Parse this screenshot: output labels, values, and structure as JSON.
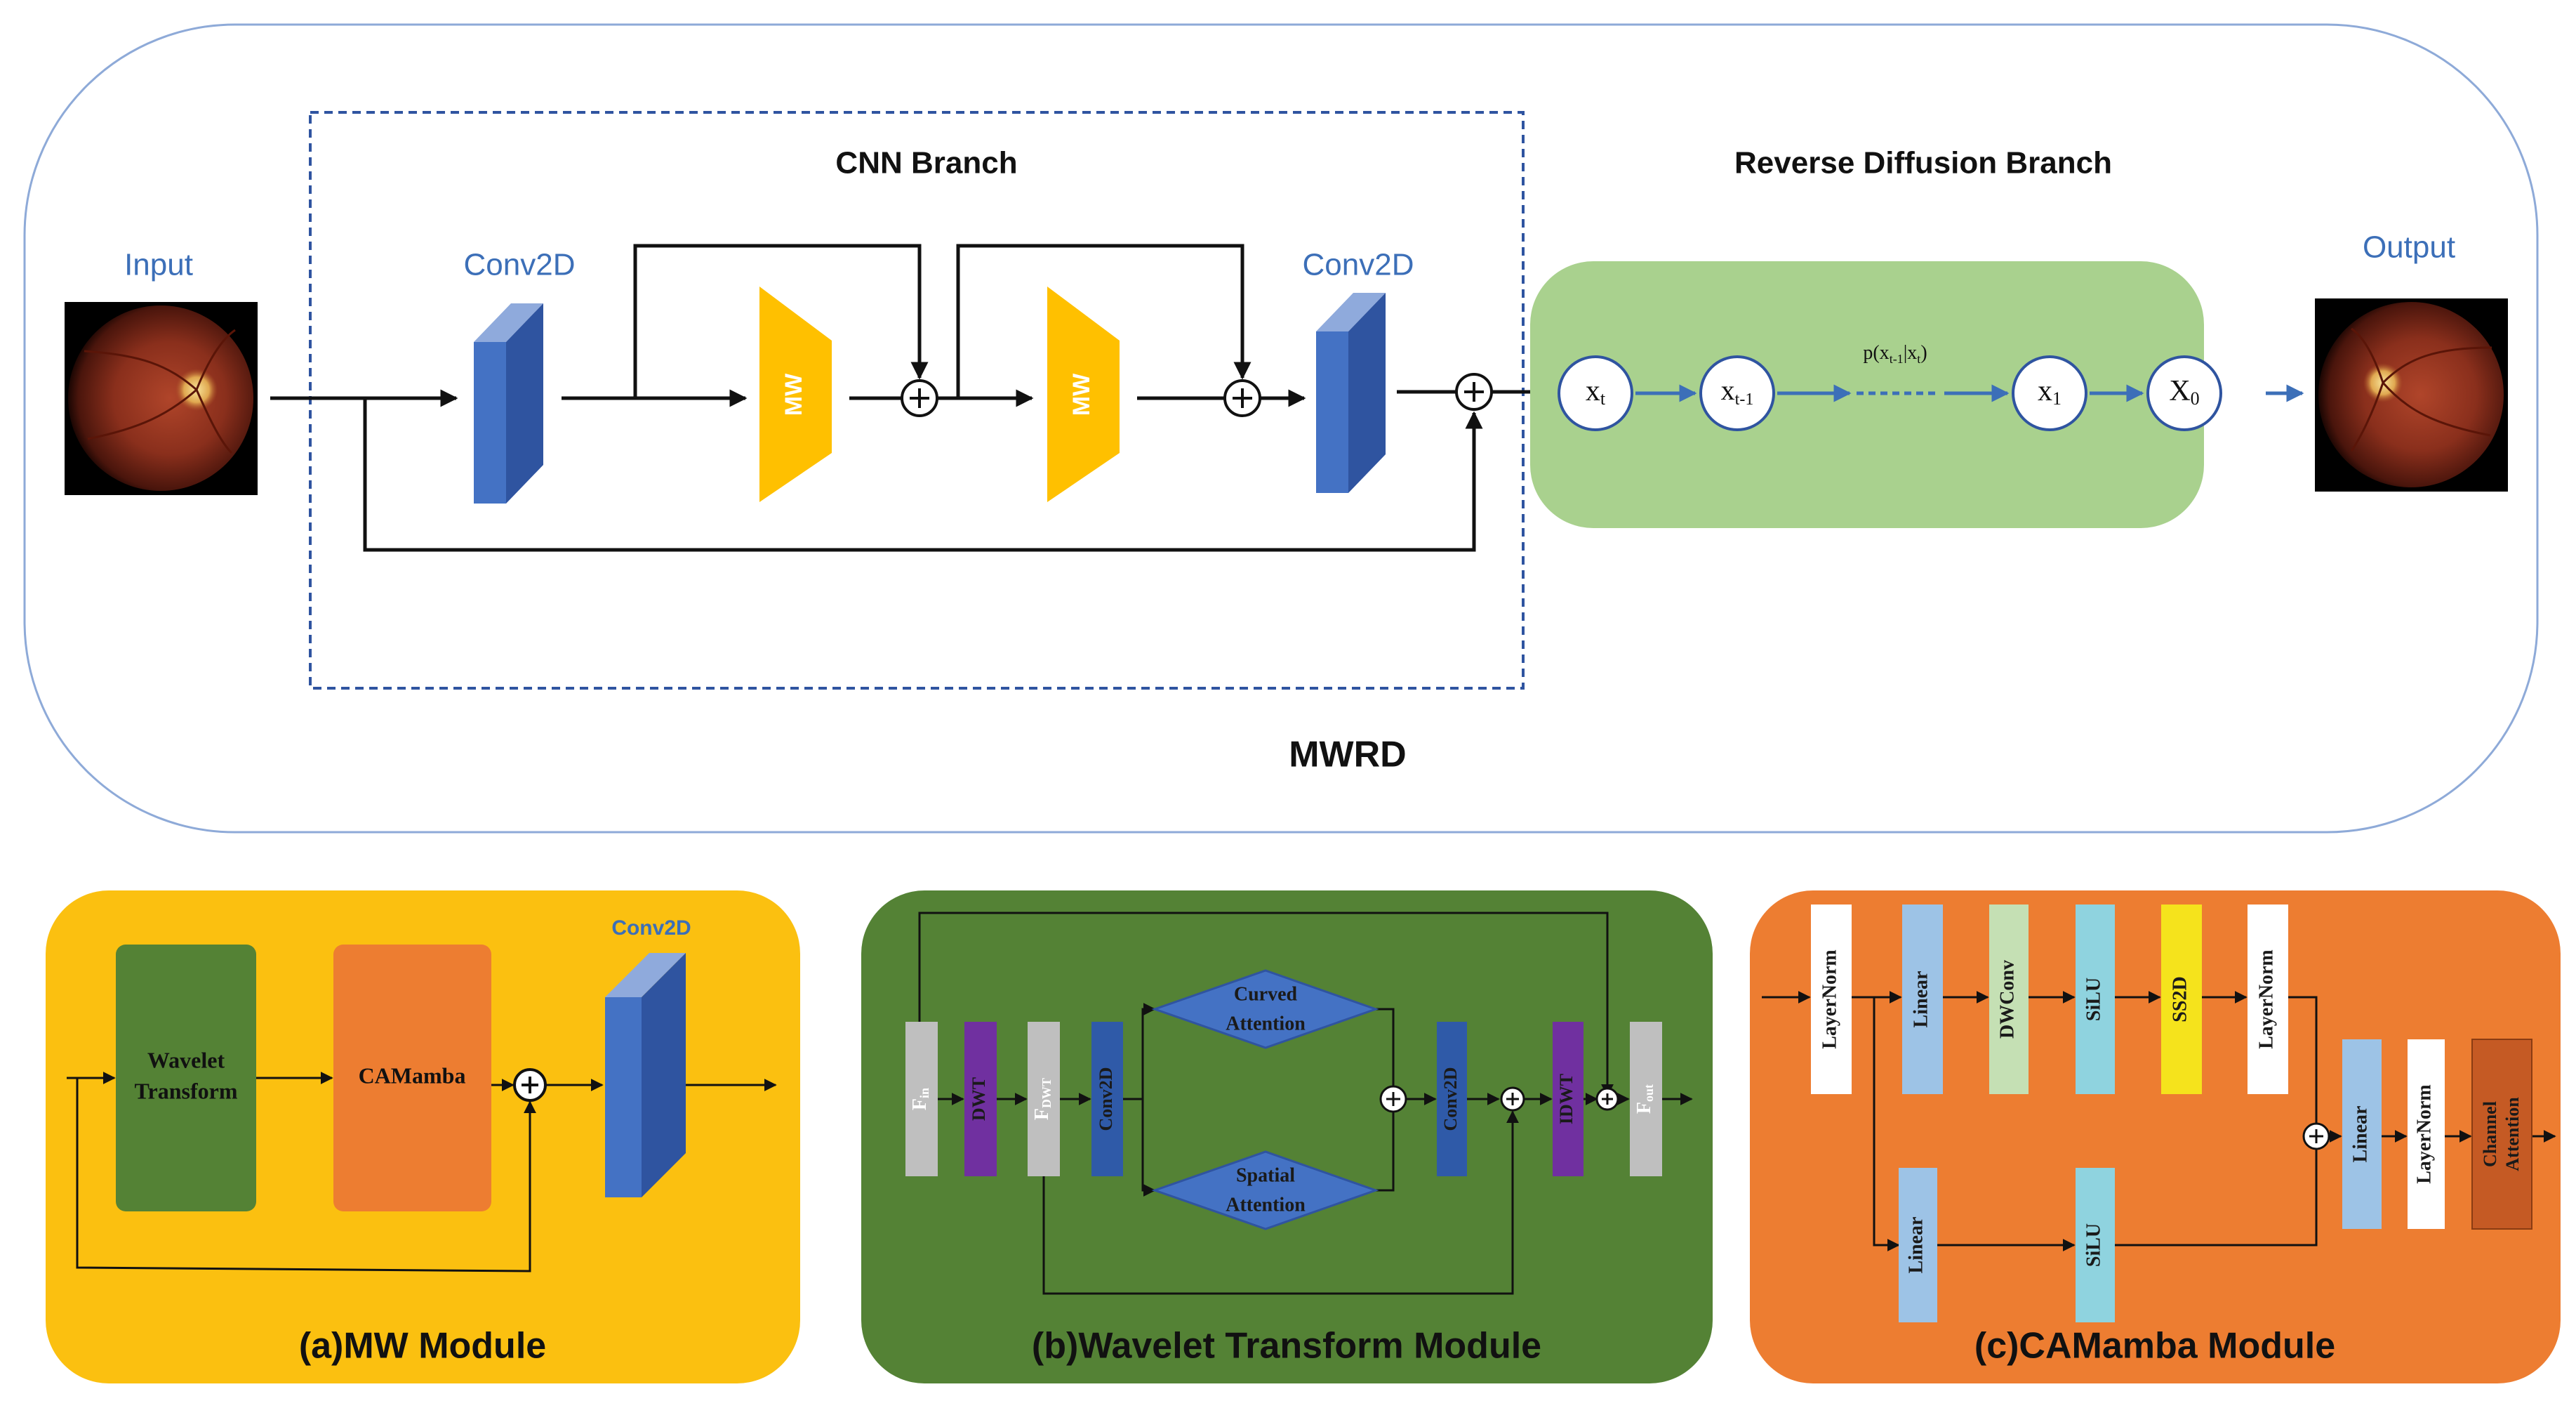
{
  "main": {
    "title": "MWRD",
    "input_label": "Input",
    "output_label": "Output",
    "cnn_branch_title": "CNN Branch",
    "diffusion_branch_title": "Reverse Diffusion Branch",
    "conv_left_label": "Conv2D",
    "conv_right_label": "Conv2D",
    "mw_label": "MW",
    "diffusion": {
      "xt": "x",
      "xt_sub": "t",
      "xt1": "x",
      "xt1_sub": "t-1",
      "x1": "x",
      "x1_sub": "1",
      "x0": "X",
      "x0_sub": "0",
      "prob_a": "p(x",
      "prob_a_sub": "t-1",
      "prob_b": "|x",
      "prob_b_sub": "t",
      "prob_c": ")"
    }
  },
  "panel_a": {
    "caption": "(a)MW Module",
    "wavelet_line1": "Wavelet",
    "wavelet_line2": "Transform",
    "camamba": "CAMamba",
    "conv_label": "Conv2D"
  },
  "panel_b": {
    "caption": "(b)Wavelet Transform Module",
    "fin": "F",
    "fin_sub": "in",
    "dwt": "DWT",
    "fdwt": "F",
    "fdwt_sub": "DWT",
    "conv2d_a": "Conv2D",
    "curved_line1": "Curved",
    "curved_line2": "Attention",
    "spatial_line1": "Spatial",
    "spatial_line2": "Attention",
    "conv2d_b": "Conv2D",
    "idwt": "IDWT",
    "fout": "F",
    "fout_sub": "out"
  },
  "panel_c": {
    "caption": "(c)CAMamba Module",
    "layernorm_1": "LayerNorm",
    "linear_1": "Linear",
    "dwconv": "DWConv",
    "silu_1": "SiLU",
    "ss2d": "SS2D",
    "layernorm_2": "LayerNorm",
    "linear_2": "Linear",
    "silu_2": "SiLU",
    "linear_3": "Linear",
    "layernorm_3": "LayerNorm",
    "channel_line1": "Channel",
    "channel_line2": "Attention"
  },
  "colors": {
    "cube_front": "#4472c4",
    "cube_side": "#2f54a0",
    "mw_yellow": "#ffc000",
    "diffusion_green": "#a9d18e",
    "panel_a_bg": "#fbc010",
    "panel_b_bg": "#548235",
    "panel_c_bg": "#ed7d31",
    "label_blue": "#3c6fb8"
  }
}
